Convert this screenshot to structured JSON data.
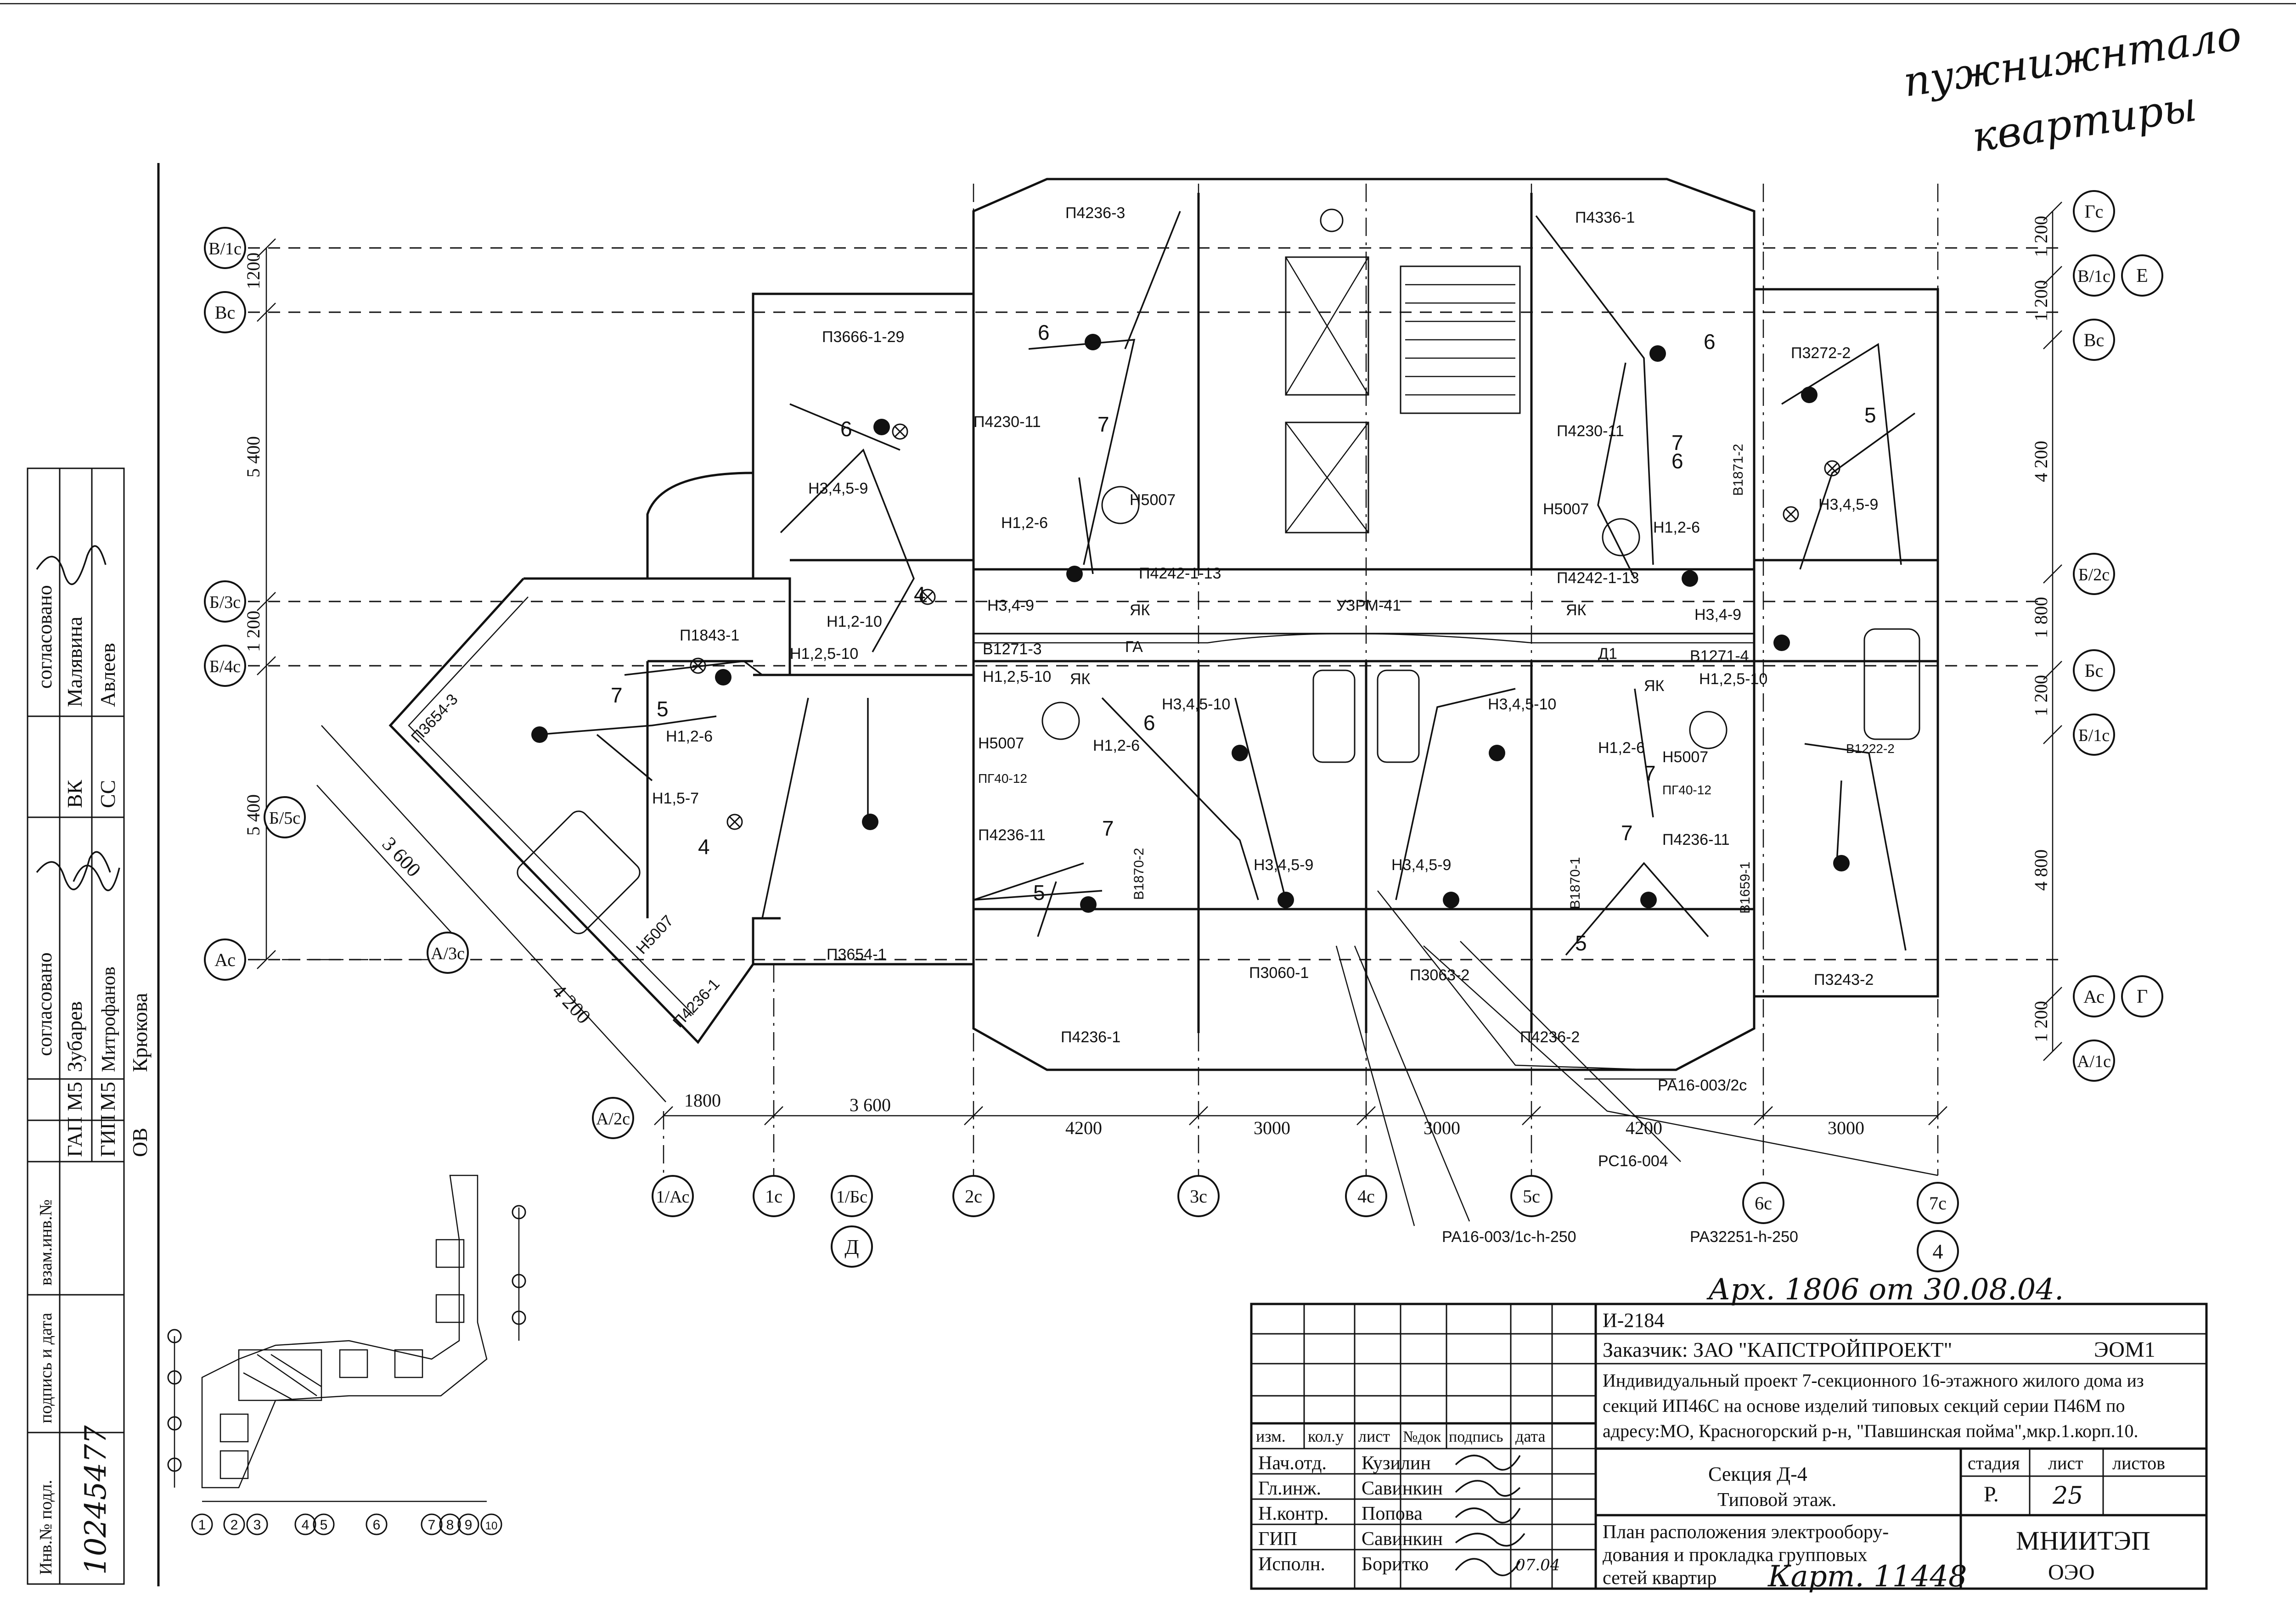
{
  "handwritten_note": [
    "пужнижнтало",
    "квартиры"
  ],
  "axes": {
    "left": [
      "В/1с",
      "Вс",
      "Б/3с",
      "Б/4с",
      "Б/5с",
      "Ас",
      "А/3с",
      "А/2с"
    ],
    "right": [
      "Гс",
      "В/1с",
      "Е",
      "Вс",
      "Б/2с",
      "Бс",
      "Б/1с",
      "Ас",
      "Г",
      "А/1с"
    ],
    "bottom": [
      "1/Ас",
      "1с",
      "1/Бс",
      "Д",
      "2с",
      "3с",
      "4с",
      "5с",
      "6с",
      "7с",
      "4"
    ]
  },
  "dims": {
    "left": [
      "1200",
      "5 400",
      "1 200",
      "5 400"
    ],
    "right": [
      "1 200",
      "1 200",
      "4 200",
      "1 800",
      "1 200",
      "4 800",
      "1 200"
    ],
    "bottom": [
      "1800",
      "3 600",
      "4200",
      "3000",
      "3000",
      "4200",
      "3000"
    ],
    "diag": [
      "3 600",
      "4 200"
    ]
  },
  "panels": {
    "p1": "П4236-3",
    "p2": "П4336-1",
    "p3": "П3666-1-29",
    "p4": "П3272-2",
    "p5": "П4230-11",
    "p6": "П4230-11",
    "p7": "Н3,4,5-9",
    "p8": "Н3,4,5-9",
    "p9": "Н5007",
    "p10": "Н5007",
    "p11": "П4242-1-13",
    "p12": "П4242-1-13",
    "p13": "Н1,2-6",
    "p14": "Н1,2-6",
    "p15": "Н1,2-10",
    "p16": "Н3,4-9",
    "p17": "Н3,4-9",
    "p18": "ЯК",
    "p19": "ЯК",
    "p20": "УЗРМ-41",
    "p21": "П1843-1",
    "p22": "Н1,2,5-10",
    "p23": "В1271-3",
    "p24": "В1271-4",
    "p25": "Н1,2,5-10",
    "p26": "Н1,2,5-10",
    "p27": "ЯК",
    "p28": "ЯК",
    "p29": "Н3,4,5-10",
    "p30": "Н3,4,5-10",
    "p31": "П3654-3",
    "p32": "Н1,2-6",
    "p33": "Н1,2-6",
    "p34": "Н1,2-6",
    "p35": "Н5007",
    "p36": "Н5007",
    "p37": "Н1,5-7",
    "p38": "П4236-11",
    "p39": "П4236-11",
    "p40": "Н3,4,5-9",
    "p41": "Н3,4,5-9",
    "p42": "П3654-1",
    "p43": "П4236-1",
    "p44": "П3060-1",
    "p45": "П3063-2",
    "p46": "П4236-2",
    "p47": "П3243-2",
    "p48": "Н5007",
    "p49": "П4236-1",
    "p50": "РА16-003/2с",
    "p51": "РС16-004",
    "p52": "РА16-003/1с-h-250",
    "p53": "РА32251-h-250",
    "p54": "В1871-2",
    "p55": "В1870-2",
    "p56": "В1870-1",
    "p57": "В1659-1",
    "p58": "ГА",
    "p59": "Д1",
    "p60": "В1222-2",
    "p61": "ПГ40-12",
    "p62": "ПГ40-12"
  },
  "groups": [
    "7",
    "6",
    "5",
    "4",
    "6",
    "7",
    "6",
    "5",
    "7",
    "6",
    "7",
    "5",
    "6",
    "7",
    "5",
    "4",
    "7"
  ],
  "stamp": {
    "archive": "Арх. 1806 от 30.08.04.",
    "code": "И-2184",
    "customer": "Заказчик: ЗАО \"КАПСТРОЙПРОЕКТ\"",
    "doc": "ЭОМ1",
    "project": [
      "Индивидуальный проект 7-секционного 16-этажного жилого дома из",
      "секций ИП46С на основе изделий типовых секций серии П46М по",
      "адресу:МО, Красногорский р-н, \"Павшинская пойма\",мкр.1.корп.10."
    ],
    "cols": [
      "изм.",
      "кол.у",
      "лист",
      "№док",
      "подпись",
      "дата"
    ],
    "roles": [
      "Нач.отд.",
      "Гл.инж.",
      "Н.контр.",
      "ГИП",
      "Исполн."
    ],
    "names": [
      "Кузилин",
      "Савинкин",
      "Попова",
      "Савинкин",
      "Боритко"
    ],
    "sign_date": "07.04",
    "section": "Секция Д-4",
    "floor": "Типовой этаж.",
    "stage_headers": [
      "стадия",
      "лист",
      "листов"
    ],
    "stage": "Р.",
    "sheet_no": "25",
    "title": [
      "План расположения электрообору-",
      "дования и прокладка групповых",
      "сетей квартир"
    ],
    "org": "МНИИТЭП",
    "dept": "ОЭО",
    "extra_hand": "Карт. 11448"
  },
  "side": {
    "agreed": "согласовано",
    "r1": [
      "Малявина",
      "ВК"
    ],
    "r2": [
      "Авлеев",
      "СС"
    ],
    "agreed2": "согласовано",
    "r3": [
      "ГАП",
      "М5",
      "Зубарев"
    ],
    "r4": [
      "ГИП",
      "М5",
      "Митрофанов"
    ],
    "r5": [
      "ОВ",
      "Крюкова"
    ],
    "inv_labels": [
      "взам.инв.№",
      "подпись и дата",
      "Инв.№ подл."
    ],
    "inv_no": "10245477"
  },
  "keyplan_nums": [
    "1",
    "2",
    "3",
    "4",
    "5",
    "6",
    "7",
    "8",
    "9",
    "10"
  ]
}
